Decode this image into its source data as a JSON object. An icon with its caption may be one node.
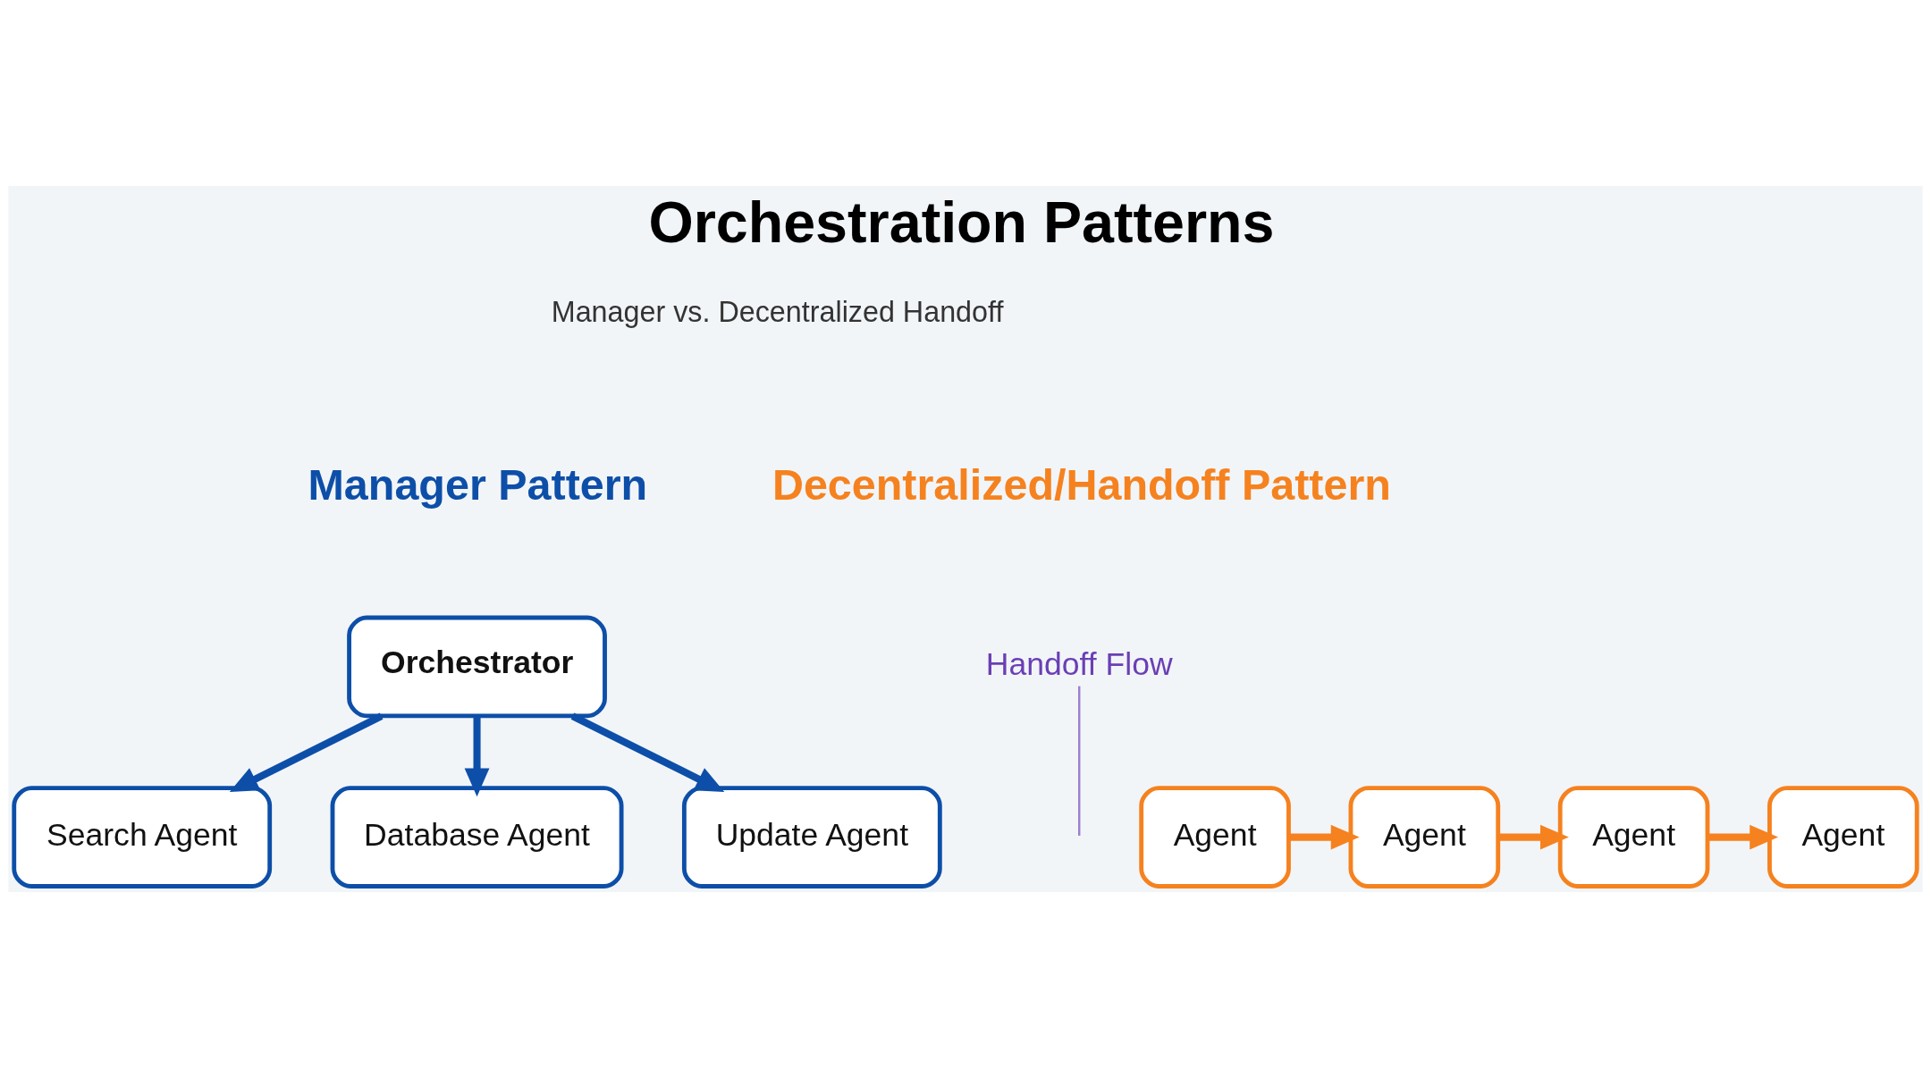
{
  "diagram": {
    "title": "Orchestration Patterns",
    "nodes": [
      {
        "text": [
          "Orchestrator"
        ]
      },
      {
        "text": [
          "Search Agent"
        ]
      },
      {
        "text": [
          "Database Agent"
        ]
      },
      {
        "text": [
          "Update Agent"
        ]
      },
      {
        "text": [
          "Agent"
        ]
      },
      {
        "text": [
          "Agent"
        ]
      },
      {
        "text": [
          "Agent"
        ]
      },
      {
        "text": [
          "Agent"
        ]
      },
      {
        "text": [
          "Handoff Flow"
        ]
      }
    ],
    "edges": [
      {
        "from": 0,
        "to": 1,
        "arrow": "to",
        "color": "#0d4fa8"
      },
      {
        "from": 0,
        "to": 2,
        "arrow": "to",
        "color": "#0d4fa8"
      },
      {
        "from": 0,
        "to": 3,
        "arrow": "to",
        "color": "#0d4fa8"
      },
      {
        "from": 4,
        "to": 5,
        "arrow": "to",
        "color": "#f5821f"
      },
      {
        "from": 5,
        "to": 6,
        "arrow": "to",
        "color": "#f5821f"
      },
      {
        "from": 6,
        "to": 7,
        "arrow": "to",
        "color": "#f5821f"
      },
      {
        "from": 8,
        "to": null,
        "arrow": "none",
        "color": "#9b7fd0"
      }
    ],
    "labels": [
      "Manager vs. Decentralized Handoff",
      "Manager Pattern",
      "Decentralized/Handoff Pattern"
    ]
  }
}
